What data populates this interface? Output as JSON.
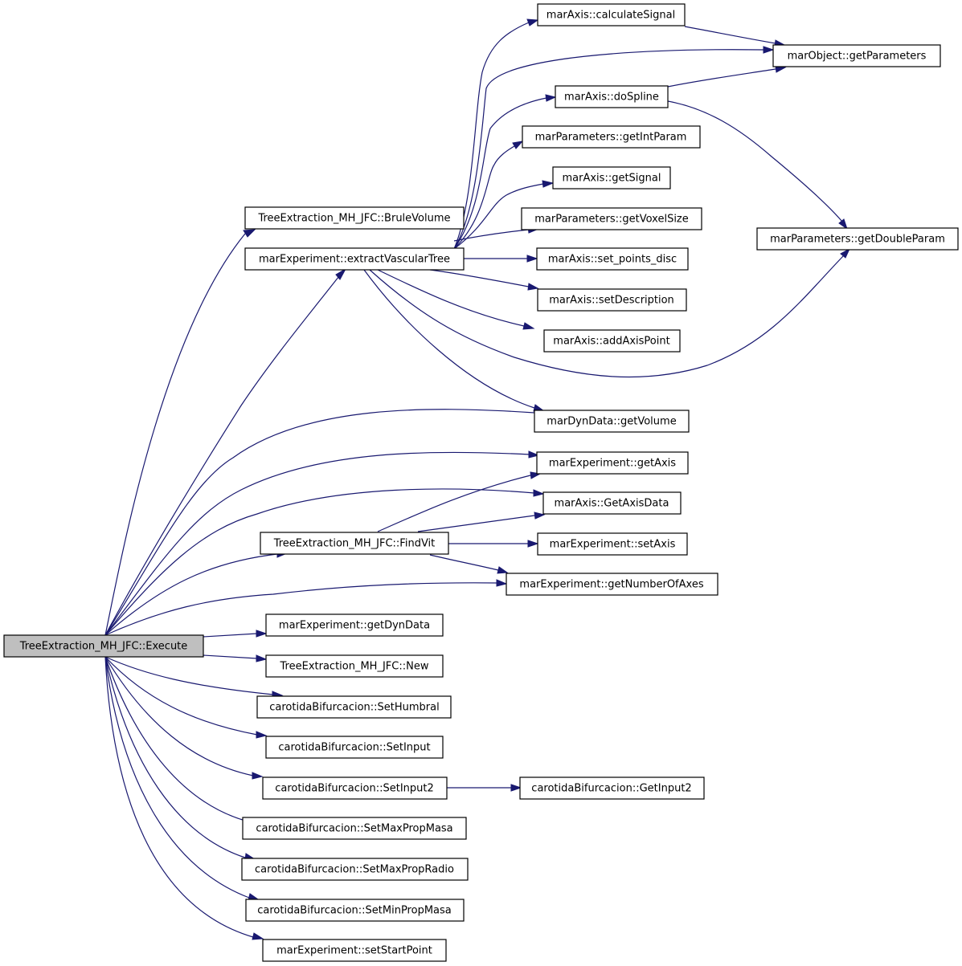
{
  "graph": {
    "edge_color": "#191970",
    "root_fill": "#bfbfbf",
    "nodes": {
      "execute": "TreeExtraction_MH_JFC::Execute",
      "bruleVolume": "TreeExtraction_MH_JFC::BruleVolume",
      "extractVascularTree": "marExperiment::extractVascularTree",
      "findVit": "TreeExtraction_MH_JFC::FindVit",
      "getDynData": "marExperiment::getDynData",
      "newFn": "TreeExtraction_MH_JFC::New",
      "setHumbral": "carotidaBifurcacion::SetHumbral",
      "setInput": "carotidaBifurcacion::SetInput",
      "setInput2": "carotidaBifurcacion::SetInput2",
      "setMaxPropMasa": "carotidaBifurcacion::SetMaxPropMasa",
      "setMaxPropRadio": "carotidaBifurcacion::SetMaxPropRadio",
      "setMinPropMasa": "carotidaBifurcacion::SetMinPropMasa",
      "setStartPoint": "marExperiment::setStartPoint",
      "calculateSignal": "marAxis::calculateSignal",
      "getParameters": "marObject::getParameters",
      "doSpline": "marAxis::doSpline",
      "getIntParam": "marParameters::getIntParam",
      "getSignal": "marAxis::getSignal",
      "getVoxelSize": "marParameters::getVoxelSize",
      "setPointsDisc": "marAxis::set_points_disc",
      "setDescription": "marAxis::setDescription",
      "addAxisPoint": "marAxis::addAxisPoint",
      "getDoubleParam": "marParameters::getDoubleParam",
      "getVolume": "marDynData::getVolume",
      "getAxis": "marExperiment::getAxis",
      "getAxisData": "marAxis::GetAxisData",
      "setAxis": "marExperiment::setAxis",
      "getNumberOfAxes": "marExperiment::getNumberOfAxes",
      "getInput2": "carotidaBifurcacion::GetInput2"
    }
  }
}
